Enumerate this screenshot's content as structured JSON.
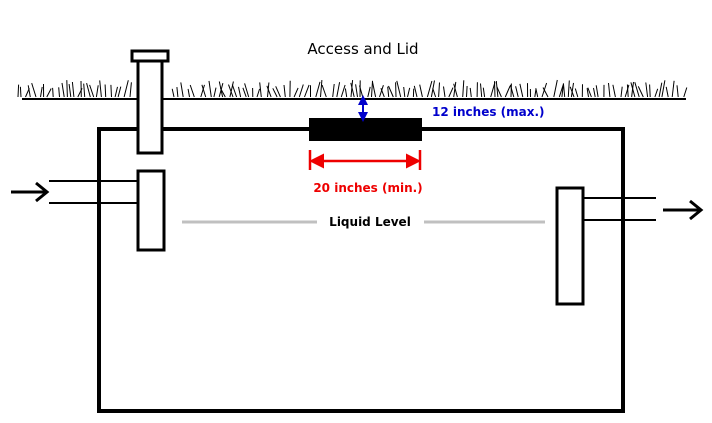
{
  "title": "Access and Lid",
  "lid_depth_label": "12 inches (max.)",
  "lid_width_label": "20 inches (min.)",
  "liquid_label": "Liquid Level",
  "colors": {
    "outline": "#000000",
    "depth_dimension": "#0000cc",
    "width_dimension": "#ee0000",
    "liquid_line": "#c0c0c0",
    "background": "#ffffff"
  },
  "icons": [
    "inflow-arrow-icon",
    "outflow-arrow-icon",
    "grass-texture"
  ]
}
